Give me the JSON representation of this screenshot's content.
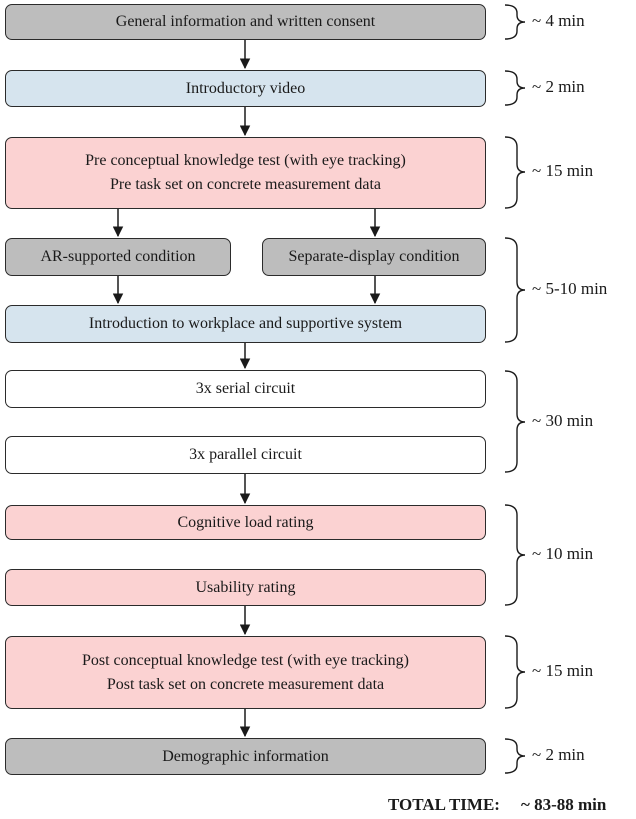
{
  "boxes": {
    "consent": "General information and written consent",
    "video": "Introductory video",
    "pretest_line1": "Pre conceptual knowledge test (with eye tracking)",
    "pretest_line2": "Pre task set on concrete measurement data",
    "ar_condition": "AR-supported condition",
    "separate_condition": "Separate-display condition",
    "intro_workplace": "Introduction to workplace and supportive system",
    "serial": "3x serial circuit",
    "parallel": "3x parallel circuit",
    "cognitive_load": "Cognitive load rating",
    "usability": "Usability rating",
    "posttest_line1": "Post conceptual knowledge test (with eye tracking)",
    "posttest_line2": "Post task set on concrete measurement data",
    "demographic": "Demographic information"
  },
  "durations": {
    "consent": "~ 4 min",
    "video": "~ 2 min",
    "pretest": "~ 15 min",
    "conditions": "~ 5-10 min",
    "circuits": "~ 30 min",
    "ratings": "~ 10 min",
    "posttest": "~ 15 min",
    "demographic": "~ 2 min"
  },
  "total": {
    "label": "TOTAL TIME:",
    "value": "~ 83-88 min"
  },
  "colors": {
    "gray": "#bdbdbd",
    "blue": "#d6e4ee",
    "pink": "#fbd2d2",
    "white": "#ffffff",
    "line": "#2b2b2b"
  }
}
